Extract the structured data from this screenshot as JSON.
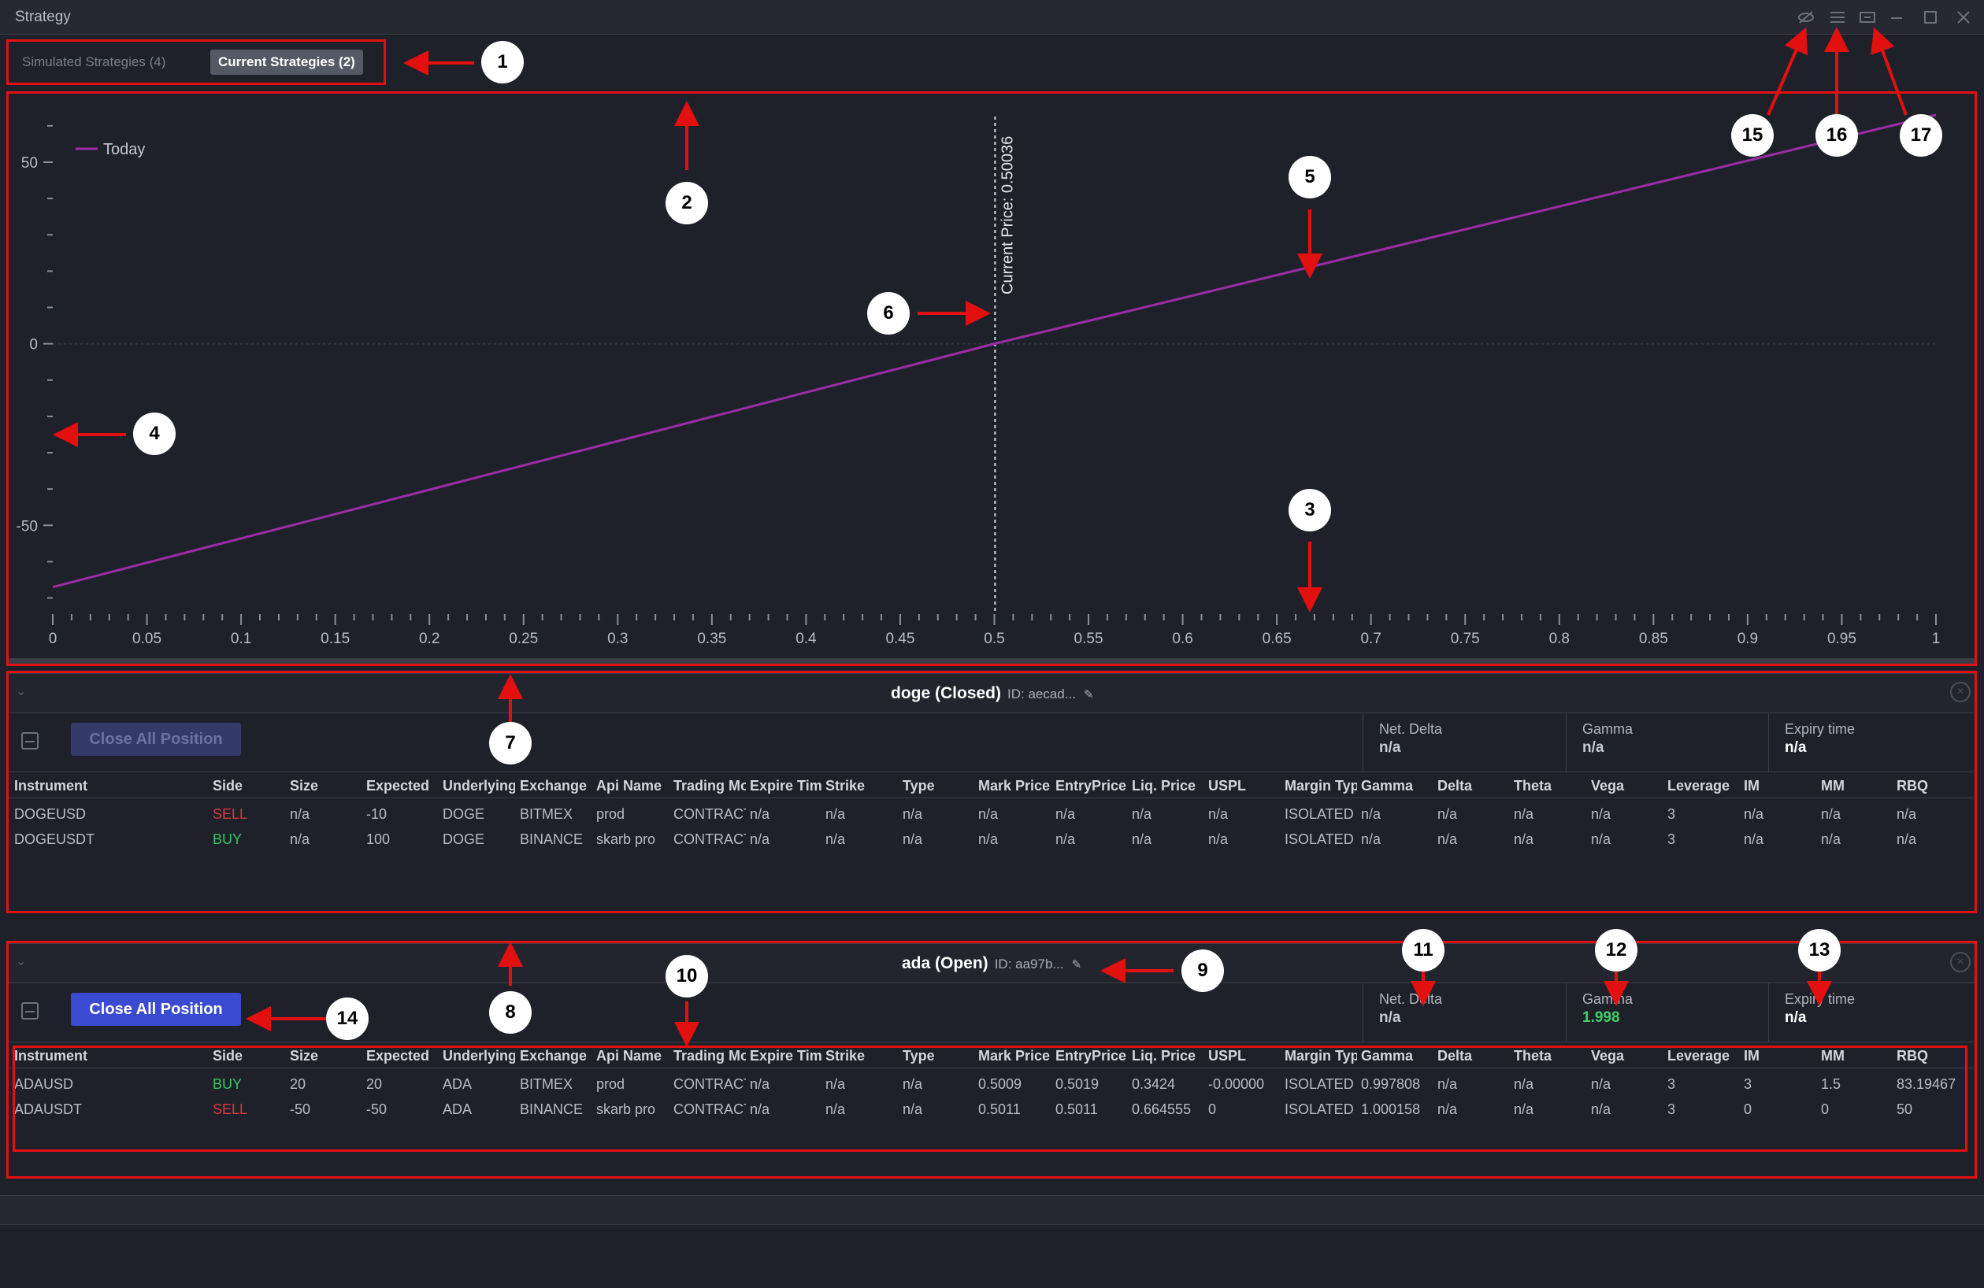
{
  "window": {
    "title": "Strategy",
    "controls": [
      "eye-off-icon",
      "list-icon",
      "detach-icon",
      "minimize-icon",
      "maximize-icon",
      "close-icon"
    ]
  },
  "tabs": [
    {
      "label": "Simulated Strategies (4)",
      "active": false
    },
    {
      "label": "Current Strategies (2)",
      "active": true
    }
  ],
  "chart_data": {
    "type": "line",
    "series": [
      {
        "name": "Today",
        "color": "#9b2da6",
        "x": [
          0,
          0.5,
          1
        ],
        "y": [
          -67,
          0,
          63
        ]
      }
    ],
    "x_ticks": [
      "0",
      "0.05",
      "0.1",
      "0.15",
      "0.2",
      "0.25",
      "0.3",
      "0.35",
      "0.4",
      "0.45",
      "0.5",
      "0.55",
      "0.6",
      "0.65",
      "0.7",
      "0.75",
      "0.8",
      "0.85",
      "0.9",
      "0.95",
      "1"
    ],
    "y_ticks": [
      "50",
      "0",
      "-50"
    ],
    "xlim": [
      0,
      1
    ],
    "ylim": [
      -74,
      63
    ],
    "reference_line": {
      "x": 0.50036,
      "label": "Current Price: 0.50036"
    },
    "legend": "top-left",
    "grid": false
  },
  "columns": [
    "Instrument",
    "Side",
    "Size",
    "Expected",
    "Underlying",
    "Exchange",
    "Api Name",
    "Trading Mode",
    "Expire Time",
    "Strike",
    "Type",
    "Mark Price",
    "EntryPrice",
    "Liq. Price",
    "USPL",
    "Margin Type",
    "Gamma",
    "Delta",
    "Theta",
    "Vega",
    "Leverage",
    "IM",
    "MM",
    "RBQ"
  ],
  "strategies": [
    {
      "name": "doge (Closed)",
      "id": "ID: aecad...",
      "close_all_label": "Close All Position",
      "metrics": [
        {
          "label": "Net. Delta",
          "value": "n/a"
        },
        {
          "label": "Gamma",
          "value": "n/a"
        },
        {
          "label": "Expiry time",
          "value": "n/a"
        }
      ],
      "rows": [
        [
          "DOGEUSD",
          "SELL",
          "n/a",
          "-10",
          "DOGE",
          "BITMEX",
          "prod",
          "CONTRACT",
          "n/a",
          "n/a",
          "n/a",
          "n/a",
          "n/a",
          "n/a",
          "n/a",
          "ISOLATED",
          "n/a",
          "n/a",
          "n/a",
          "n/a",
          "3",
          "n/a",
          "n/a",
          "n/a"
        ],
        [
          "DOGEUSDT",
          "BUY",
          "n/a",
          "100",
          "DOGE",
          "BINANCE",
          "skarb pro",
          "CONTRACT",
          "n/a",
          "n/a",
          "n/a",
          "n/a",
          "n/a",
          "n/a",
          "n/a",
          "ISOLATED",
          "n/a",
          "n/a",
          "n/a",
          "n/a",
          "3",
          "n/a",
          "n/a",
          "n/a"
        ]
      ]
    },
    {
      "name": "ada (Open)",
      "id": "ID: aa97b...",
      "close_all_label": "Close All Position",
      "metrics": [
        {
          "label": "Net. Delta",
          "value": "n/a"
        },
        {
          "label": "Gamma",
          "value": "1.998"
        },
        {
          "label": "Expiry time",
          "value": "n/a"
        }
      ],
      "rows": [
        [
          "ADAUSD",
          "BUY",
          "20",
          "20",
          "ADA",
          "BITMEX",
          "prod",
          "CONTRACT",
          "n/a",
          "n/a",
          "n/a",
          "0.5009",
          "0.5019",
          "0.3424",
          "-0.00000",
          "ISOLATED",
          "0.997808",
          "n/a",
          "n/a",
          "n/a",
          "3",
          "3",
          "1.5",
          "83.19467"
        ],
        [
          "ADAUSDT",
          "SELL",
          "-50",
          "-50",
          "ADA",
          "BINANCE",
          "skarb pro",
          "CONTRACT",
          "n/a",
          "n/a",
          "n/a",
          "0.5011",
          "0.5011",
          "0.664555",
          "0",
          "ISOLATED",
          "1.000158",
          "n/a",
          "n/a",
          "n/a",
          "3",
          "0",
          "0",
          "50"
        ]
      ]
    }
  ],
  "callouts": [
    "1",
    "2",
    "3",
    "4",
    "5",
    "6",
    "7",
    "8",
    "9",
    "10",
    "11",
    "12",
    "13",
    "14",
    "15",
    "16",
    "17"
  ]
}
